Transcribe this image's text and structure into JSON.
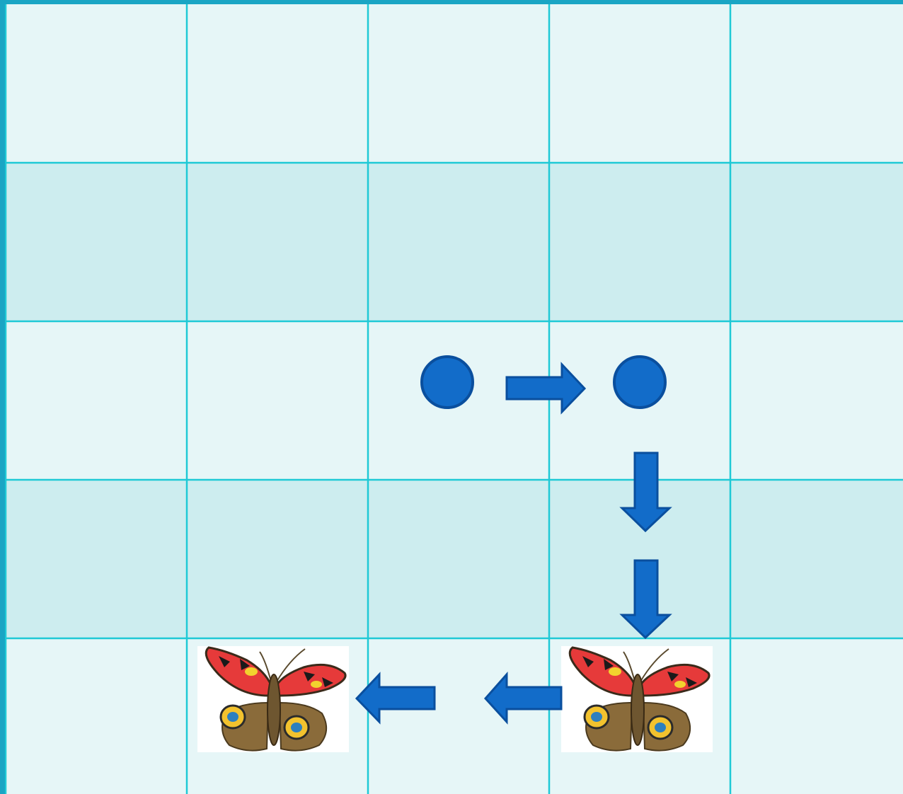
{
  "board": {
    "rows": 5,
    "cols": 5,
    "colors": {
      "light_row": "#e6f6f7",
      "dark_row": "#cdedef",
      "grid_line": "#1fc9d6",
      "frame": "#1aa5c4",
      "token": "#126cc9",
      "token_stroke": "#0a4f9e"
    },
    "tokens": [
      {
        "type": "dot",
        "name": "start-dot",
        "row": 2,
        "col": 2
      },
      {
        "type": "dot",
        "name": "waypoint-dot",
        "row": 2,
        "col": 3
      },
      {
        "type": "arrow",
        "name": "arrow-right",
        "direction": "right",
        "row": 2,
        "col": 3
      },
      {
        "type": "arrow",
        "name": "arrow-down-1",
        "direction": "down",
        "row": 3,
        "col": 3
      },
      {
        "type": "arrow",
        "name": "arrow-down-2",
        "direction": "down",
        "row": 3,
        "col": 3
      },
      {
        "type": "butterfly",
        "name": "butterfly-target",
        "row": 4,
        "col": 3
      },
      {
        "type": "arrow",
        "name": "arrow-left-1",
        "direction": "left",
        "row": 4,
        "col": 2
      },
      {
        "type": "arrow",
        "name": "arrow-left-2",
        "direction": "left",
        "row": 4,
        "col": 2
      },
      {
        "type": "butterfly",
        "name": "butterfly-end",
        "row": 4,
        "col": 1
      }
    ]
  }
}
